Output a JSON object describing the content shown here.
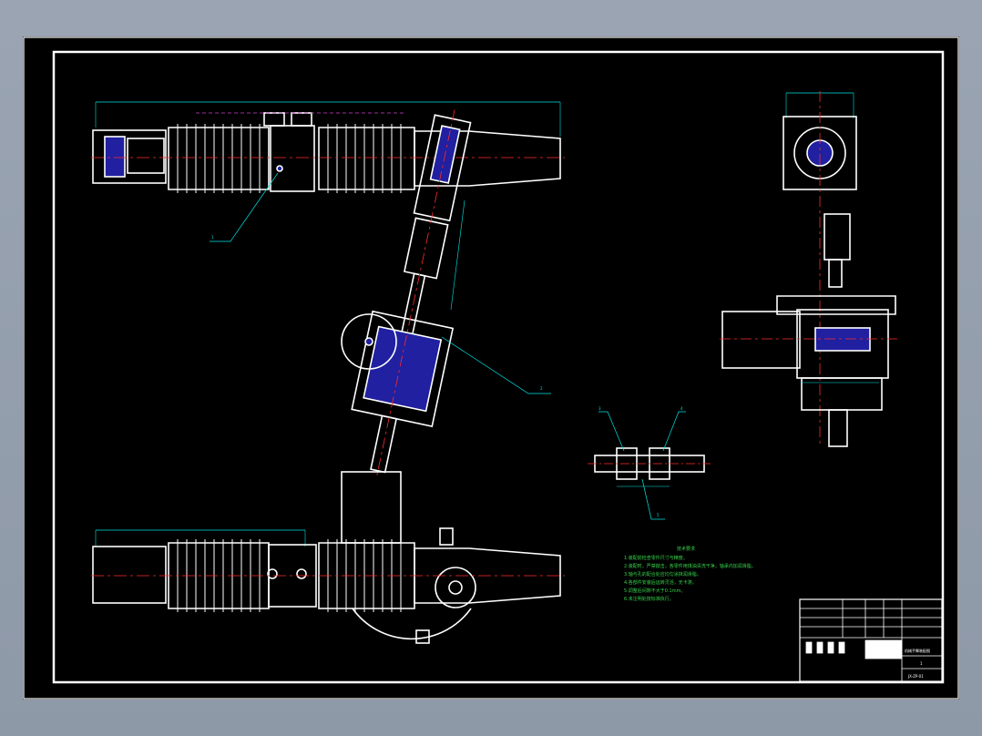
{
  "viewport": {
    "background": "#9aa4b2"
  },
  "sheet": {
    "background": "#000000",
    "line_color": "#ffffff",
    "dimension_color": "#00e5e5",
    "centerline_color": "#ff2a2a",
    "section_color": "#2020a0",
    "note_color": "#37d34a"
  },
  "balloons": [
    "1",
    "2",
    "3",
    "4",
    "5"
  ],
  "technical_notes": {
    "title": "技术要求",
    "lines": [
      "1.装配前检查零件尺寸与精度。",
      "2.装配时，严禁敲击，各零件用煤油清洗干净，轴承内加润滑脂。",
      "3.轴与孔的配合处应均匀涂抹润滑脂。",
      "4.各部件安装后运转灵活，无卡滞。",
      "5.调整后间隙不大于0.1mm。",
      "6.未注明处按标准执行。"
    ]
  },
  "title_block": {
    "drawing_name": "机械手臂装配图",
    "sheet_no": "1",
    "drawing_number": "JX-ZP-01"
  }
}
